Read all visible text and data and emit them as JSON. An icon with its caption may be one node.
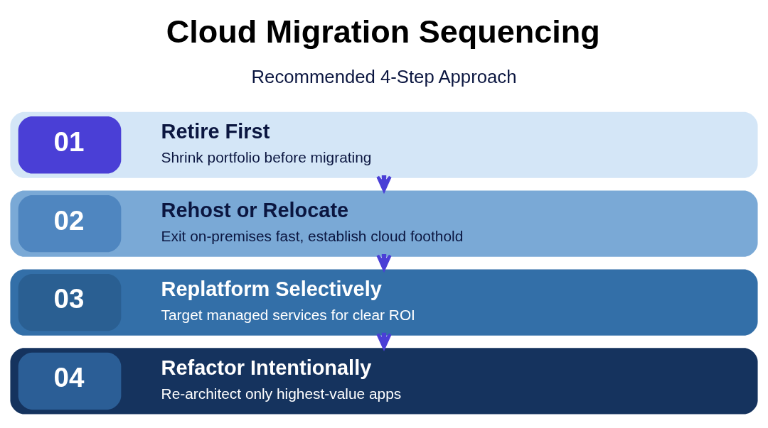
{
  "diagram": {
    "title": "Cloud Migration Sequencing",
    "nodes": [
      {
        "text": [
          "01",
          "Retire First",
          "Shrink portfolio before migrating"
        ]
      },
      {
        "text": [
          "02",
          "Rehost or Relocate",
          "Exit on-premises fast, establish cloud foothold"
        ]
      },
      {
        "text": [
          "03",
          "Replatform Selectively",
          "Target managed services for clear ROI"
        ]
      },
      {
        "text": [
          "04",
          "Refactor Intentionally",
          "Re-architect only highest-value apps"
        ]
      }
    ],
    "edges": [
      {
        "from": 0,
        "to": 1,
        "arrow": "to"
      },
      {
        "from": 1,
        "to": 2,
        "arrow": "to"
      },
      {
        "from": 2,
        "to": 3,
        "arrow": "to"
      }
    ],
    "labels": [
      "Recommended 4-Step Approach"
    ]
  }
}
